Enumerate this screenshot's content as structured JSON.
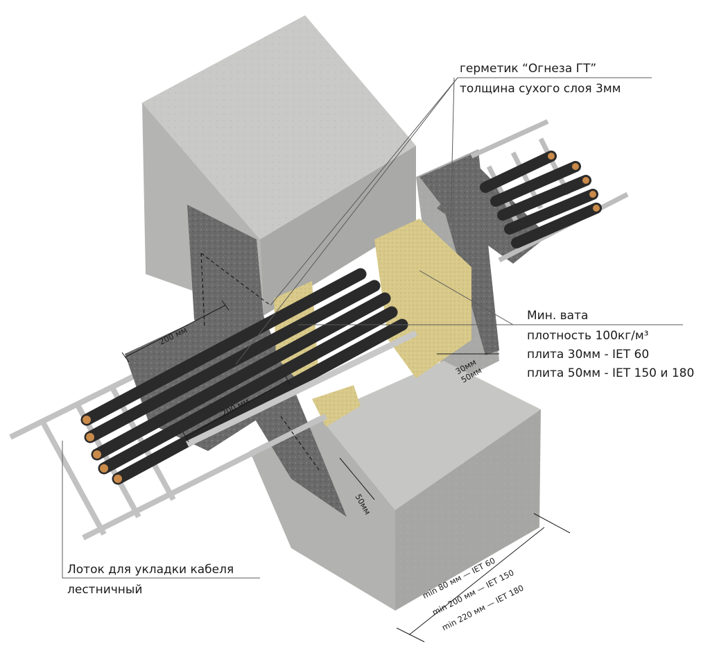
{
  "callouts": {
    "sealant": {
      "line1": "герметик “Огнеза ГТ”",
      "line2": "толщина сухого слоя 3мм"
    },
    "wool": {
      "line1": "Мин. вата",
      "line2": "плотность 100кг/м³",
      "line3": "плита 30мм - IET 60",
      "line4": "плита 50мм - IET 150 и 180"
    },
    "tray": {
      "line1": "Лоток для укладки кабеля",
      "line2": "лестничный"
    }
  },
  "dimensions": {
    "coat_left": "200 мм",
    "coat_cables": "200 мм",
    "wool_thickness_1": "30мм",
    "wool_thickness_2": "50мм",
    "overlap": "50мм",
    "wall_1": "min 80 мм  —  IET 60",
    "wall_2": "min 200 мм — IET 150",
    "wall_3": "min 220 мм — IET 180"
  },
  "colors": {
    "concrete_top": "#c9c9c7",
    "concrete_left": "#b4b4b2",
    "concrete_right": "#a9a9a7",
    "mineral_wool": "#d8c98a",
    "sealant": "#5e5e5e",
    "cable": "#2a2a2a",
    "copper": "#c98a4a",
    "tray": "#bdbdbd"
  }
}
